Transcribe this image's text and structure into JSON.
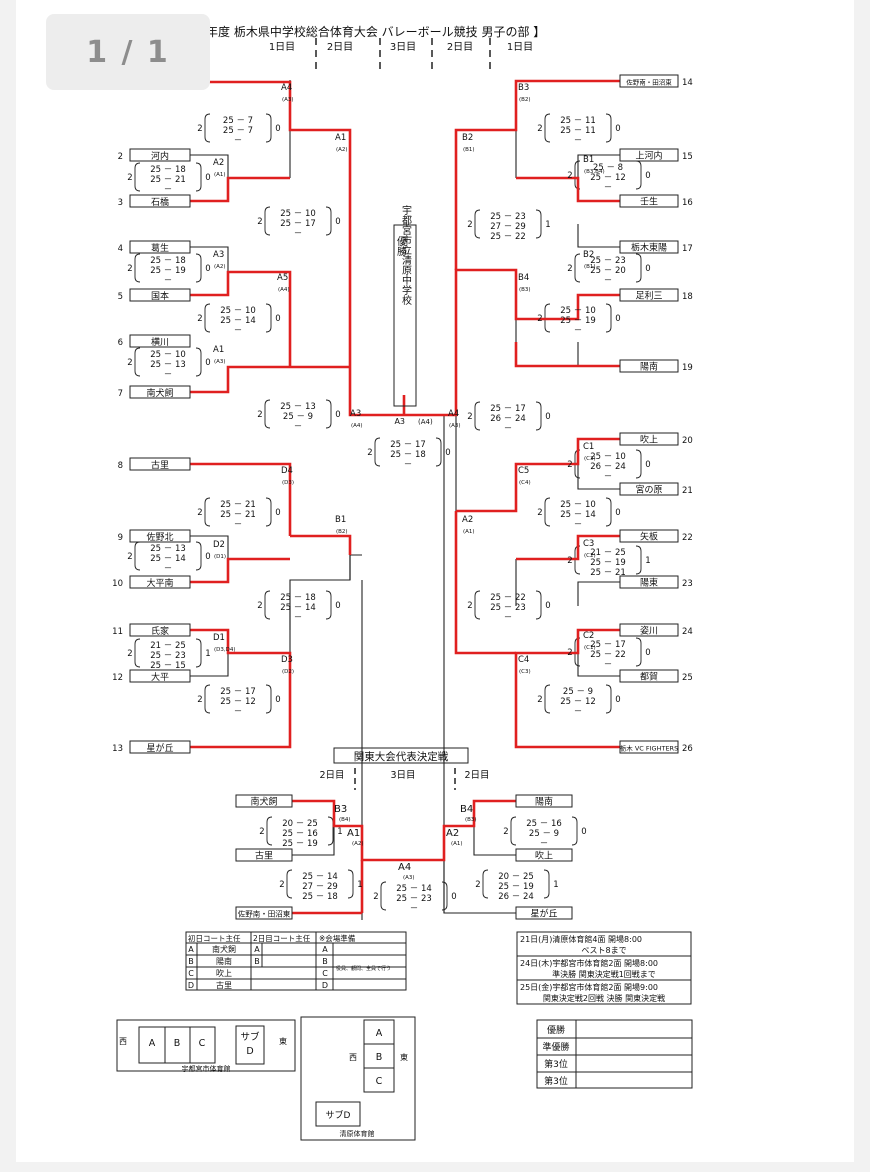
{
  "viewer": {
    "page_indicator": "1 / 1"
  },
  "title": {
    "text": "年度 栃木県中学校総合体育大会 バレーボール競技 男子の部 】",
    "day_cols": [
      "1日目",
      "2日目",
      "3日目",
      "2日目",
      "1日目"
    ]
  },
  "champion": {
    "label": "優勝",
    "school": "宇都宮市立清原中学校",
    "final_match": "A3",
    "final_court": "(A4)"
  },
  "teams": [
    {
      "n": "",
      "name": ""
    },
    {
      "n": "2",
      "name": "河内"
    },
    {
      "n": "3",
      "name": "石橋"
    },
    {
      "n": "4",
      "name": "葛生"
    },
    {
      "n": "5",
      "name": "国本"
    },
    {
      "n": "6",
      "name": "横川"
    },
    {
      "n": "7",
      "name": "南犬飼"
    },
    {
      "n": "8",
      "name": "古里"
    },
    {
      "n": "9",
      "name": "佐野北"
    },
    {
      "n": "10",
      "name": "大平南"
    },
    {
      "n": "11",
      "name": "氏家"
    },
    {
      "n": "12",
      "name": "大平"
    },
    {
      "n": "13",
      "name": "星が丘"
    },
    {
      "n": "14",
      "name": "佐野南・田沼東"
    },
    {
      "n": "15",
      "name": "上河内"
    },
    {
      "n": "16",
      "name": "壬生"
    },
    {
      "n": "17",
      "name": "栃木東陽"
    },
    {
      "n": "18",
      "name": "足利三"
    },
    {
      "n": "19",
      "name": "陽南"
    },
    {
      "n": "20",
      "name": "吹上"
    },
    {
      "n": "21",
      "name": "宮の原"
    },
    {
      "n": "22",
      "name": "矢板"
    },
    {
      "n": "23",
      "name": "陽東"
    },
    {
      "n": "24",
      "name": "姿川"
    },
    {
      "n": "25",
      "name": "都賀"
    },
    {
      "n": "26",
      "name": "栃木 VC FIGHTERS"
    }
  ],
  "match_labels": [
    {
      "t": "A4",
      "c": "(A3)"
    },
    {
      "t": "A2",
      "c": "(A1)"
    },
    {
      "t": "A3",
      "c": "(A2)"
    },
    {
      "t": "A1",
      "c": "(A3)"
    },
    {
      "t": "A1",
      "c": "(A2)"
    },
    {
      "t": "A5",
      "c": "(A4)"
    },
    {
      "t": "A3",
      "c": "(A4)"
    },
    {
      "t": "D4",
      "c": "(D3)"
    },
    {
      "t": "D2",
      "c": "(D1)"
    },
    {
      "t": "D1",
      "c": "(D3,D4)"
    },
    {
      "t": "D3",
      "c": "(D2)"
    },
    {
      "t": "B1",
      "c": "(B2)"
    },
    {
      "t": "B3",
      "c": "(B2)"
    },
    {
      "t": "B1",
      "c": "(B3,B4)"
    },
    {
      "t": "B2",
      "c": "(B1)"
    },
    {
      "t": "B2",
      "c": "(B1)"
    },
    {
      "t": "B4",
      "c": "(B3)"
    },
    {
      "t": "A4",
      "c": "(A3)"
    },
    {
      "t": "C1",
      "c": "(C3)"
    },
    {
      "t": "C3",
      "c": "(C2)"
    },
    {
      "t": "C5",
      "c": "(C4)"
    },
    {
      "t": "C2",
      "c": "(C1)"
    },
    {
      "t": "C4",
      "c": "(C3)"
    },
    {
      "t": "A2",
      "c": "(A1)"
    }
  ],
  "scores": [
    {
      "sets": [
        "25 － 7",
        "25 － 7",
        "－"
      ],
      "w": "2",
      "l": "0"
    },
    {
      "sets": [
        "25 － 18",
        "25 － 21",
        "－"
      ],
      "w": "2",
      "l": "0"
    },
    {
      "sets": [
        "25 － 10",
        "25 － 17",
        "－"
      ],
      "w": "2",
      "l": "0"
    },
    {
      "sets": [
        "25 － 18",
        "25 － 19",
        "－"
      ],
      "w": "2",
      "l": "0"
    },
    {
      "sets": [
        "25 － 10",
        "25 － 14",
        "－"
      ],
      "w": "2",
      "l": "0"
    },
    {
      "sets": [
        "25 － 10",
        "25 － 13",
        "－"
      ],
      "w": "2",
      "l": "0"
    },
    {
      "sets": [
        "25 － 13",
        "25 － 9",
        "－"
      ],
      "w": "2",
      "l": "0"
    },
    {
      "sets": [
        "25 － 21",
        "25 － 21",
        "－"
      ],
      "w": "2",
      "l": "0"
    },
    {
      "sets": [
        "25 － 13",
        "25 － 14",
        "－"
      ],
      "w": "2",
      "l": "0"
    },
    {
      "sets": [
        "25 － 18",
        "25 － 14",
        "－"
      ],
      "w": "2",
      "l": "0"
    },
    {
      "sets": [
        "21 － 25",
        "25 － 23",
        "25 － 15"
      ],
      "w": "2",
      "l": "1"
    },
    {
      "sets": [
        "25 － 17",
        "25 － 12",
        "－"
      ],
      "w": "2",
      "l": "0"
    },
    {
      "sets": [
        "25 － 11",
        "25 － 11",
        "－"
      ],
      "w": "2",
      "l": "0"
    },
    {
      "sets": [
        "25 － 8",
        "25 － 12",
        "－"
      ],
      "w": "2",
      "l": "0"
    },
    {
      "sets": [
        "25 － 23",
        "27 － 29",
        "25 － 22"
      ],
      "w": "2",
      "l": "1"
    },
    {
      "sets": [
        "25 － 23",
        "25 － 20",
        "－"
      ],
      "w": "2",
      "l": "0"
    },
    {
      "sets": [
        "25 － 10",
        "25 － 19",
        "－"
      ],
      "w": "2",
      "l": "0"
    },
    {
      "sets": [
        "25 － 17",
        "26 － 24",
        "－"
      ],
      "w": "2",
      "l": "0"
    },
    {
      "sets": [
        "25 － 10",
        "26 － 24",
        "－"
      ],
      "w": "2",
      "l": "0"
    },
    {
      "sets": [
        "25 － 10",
        "25 － 14",
        "－"
      ],
      "w": "2",
      "l": "0"
    },
    {
      "sets": [
        "21 － 25",
        "25 － 19",
        "25 － 21"
      ],
      "w": "2",
      "l": "1"
    },
    {
      "sets": [
        "25 － 22",
        "25 － 23",
        "－"
      ],
      "w": "2",
      "l": "0"
    },
    {
      "sets": [
        "25 － 17",
        "25 － 22",
        "－"
      ],
      "w": "2",
      "l": "0"
    },
    {
      "sets": [
        "25 － 9",
        "25 － 12",
        "－"
      ],
      "w": "2",
      "l": "0"
    },
    {
      "sets": [
        "25 － 17",
        "25 － 18",
        "－"
      ],
      "w": "2",
      "l": "0"
    }
  ],
  "kanto": {
    "title": "関東大会代表決定戦",
    "days": [
      "2日目",
      "3日目",
      "2日目"
    ],
    "teams": [
      "南犬飼",
      "古里",
      "佐野南・田沼東",
      "陽南",
      "吹上",
      "星が丘"
    ],
    "labels": [
      {
        "t": "B3",
        "c": "(B4)"
      },
      {
        "t": "A1",
        "c": "(A2)"
      },
      {
        "t": "B4",
        "c": "(B3)"
      },
      {
        "t": "A2",
        "c": "(A1)"
      },
      {
        "t": "A4",
        "c": "(A3)"
      }
    ],
    "scores": [
      {
        "sets": [
          "20 － 25",
          "25 － 16",
          "25 － 19"
        ],
        "w": "2",
        "l": "1"
      },
      {
        "sets": [
          "25 － 14",
          "27 － 29",
          "25 － 18"
        ],
        "w": "2",
        "l": "1"
      },
      {
        "sets": [
          "25 － 16",
          "25 － 9",
          "－"
        ],
        "w": "2",
        "l": "0"
      },
      {
        "sets": [
          "20 － 25",
          "25 － 19",
          "26 － 24"
        ],
        "w": "2",
        "l": "1"
      },
      {
        "sets": [
          "25 － 14",
          "25 － 23",
          "－"
        ],
        "w": "2",
        "l": "0"
      }
    ]
  },
  "referee_table": {
    "h1": "初日コート主任",
    "h2": "2日目コート主任",
    "h3": "※会場準備",
    "rows": [
      [
        "A",
        "南犬飼",
        "A",
        "",
        ""
      ],
      [
        "B",
        "陽南",
        "B",
        "",
        ""
      ],
      [
        "C",
        "吹上",
        "",
        ""
      ],
      [
        "D",
        "古里",
        "",
        ""
      ]
    ],
    "venue_letters": [
      "A",
      "B",
      "C",
      "D"
    ],
    "note": "役員、顧問、全員で行う"
  },
  "schedule": [
    {
      "line1": "21日(月)清原体育館4面 開場8:00",
      "line2": "ベスト8まで"
    },
    {
      "line1": "24日(木)宇都宮市体育館2面 開場8:00",
      "line2": "準決勝 関東決定戦1回戦まで"
    },
    {
      "line1": "25日(金)宇都宮市体育館2面 開場9:00",
      "line2": "関東決定戦2回戦 決勝 関東決定戦"
    }
  ],
  "results": [
    "優勝",
    "準優勝",
    "第3位",
    "第3位"
  ],
  "venue1": {
    "west": "西",
    "east": "東",
    "courts": [
      "A",
      "B",
      "C"
    ],
    "sub": "サブ",
    "sub2": "D",
    "name": "宇都宮市体育館"
  },
  "venue2": {
    "west": "西",
    "east": "東",
    "courts": [
      "A",
      "B",
      "C"
    ],
    "sub": "サブD",
    "name": "清原体育館"
  }
}
